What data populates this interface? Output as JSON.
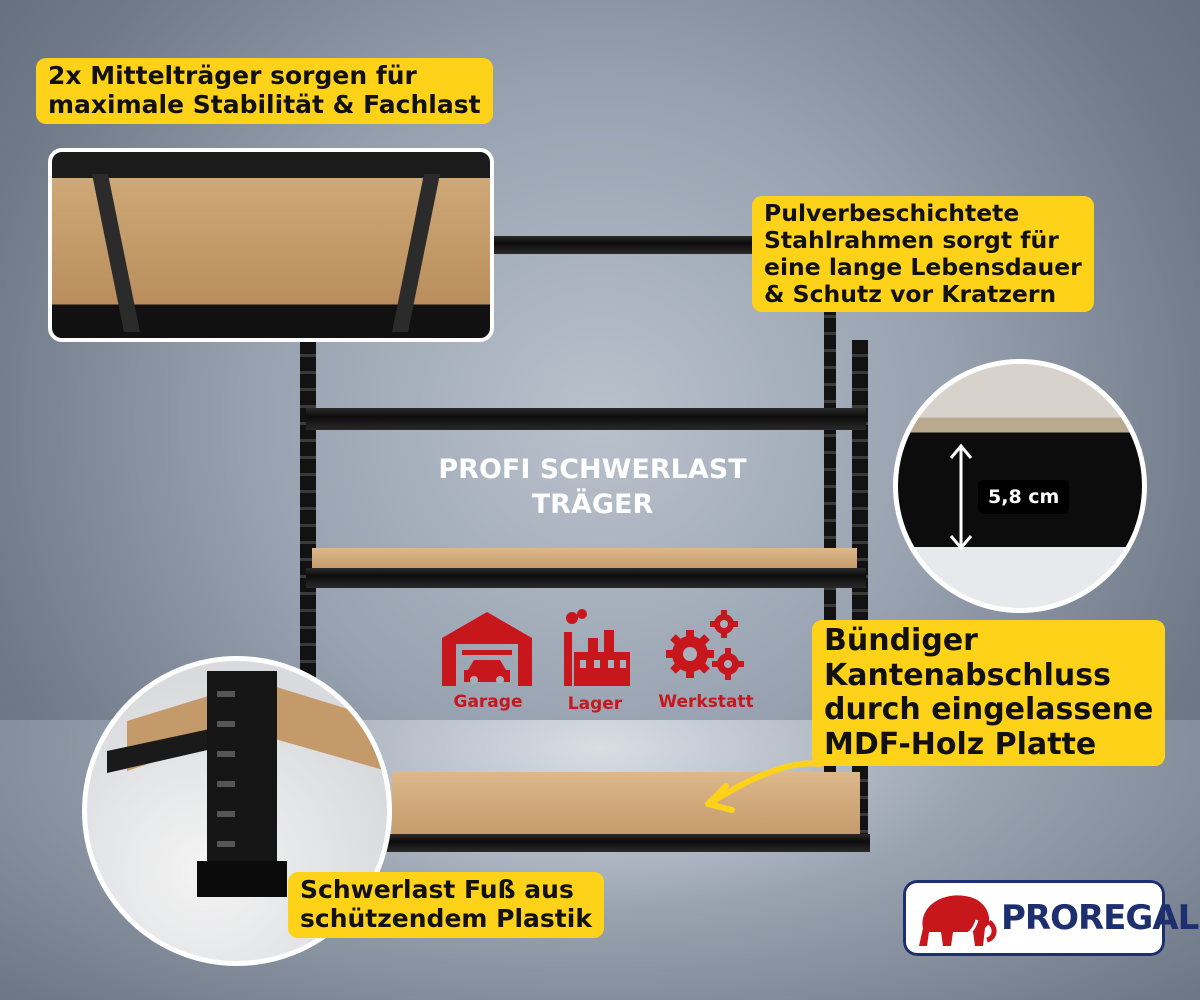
{
  "callouts": {
    "center_beams": "2x Mittelträger sorgen für\nmaximale Stabilität & Fachlast",
    "frame": "Pulverbeschichtete\nStahlrahmen sorgt für\neine lange Lebensdauer\n& Schutz vor Kratzern",
    "edge": "Bündiger\nKantenabschluss\ndurch eingelassene\nMDF-Holz Platte",
    "foot": "Schwerlast Fuß aus\nschützendem Plastik"
  },
  "headline": "PROFI SCHWERLAST\nTRÄGER",
  "measurement": "5,8 cm",
  "usage": [
    {
      "label": "Garage",
      "icon": "garage-icon"
    },
    {
      "label": "Lager",
      "icon": "factory-icon"
    },
    {
      "label": "Werkstatt",
      "icon": "gears-icon"
    }
  ],
  "brand": {
    "name": "PROREGAL",
    "logo_icon": "mammoth-icon"
  },
  "colors": {
    "accent": "#ffd21a",
    "usage_red": "#c8161d",
    "brand_blue": "#1d2f6f"
  }
}
